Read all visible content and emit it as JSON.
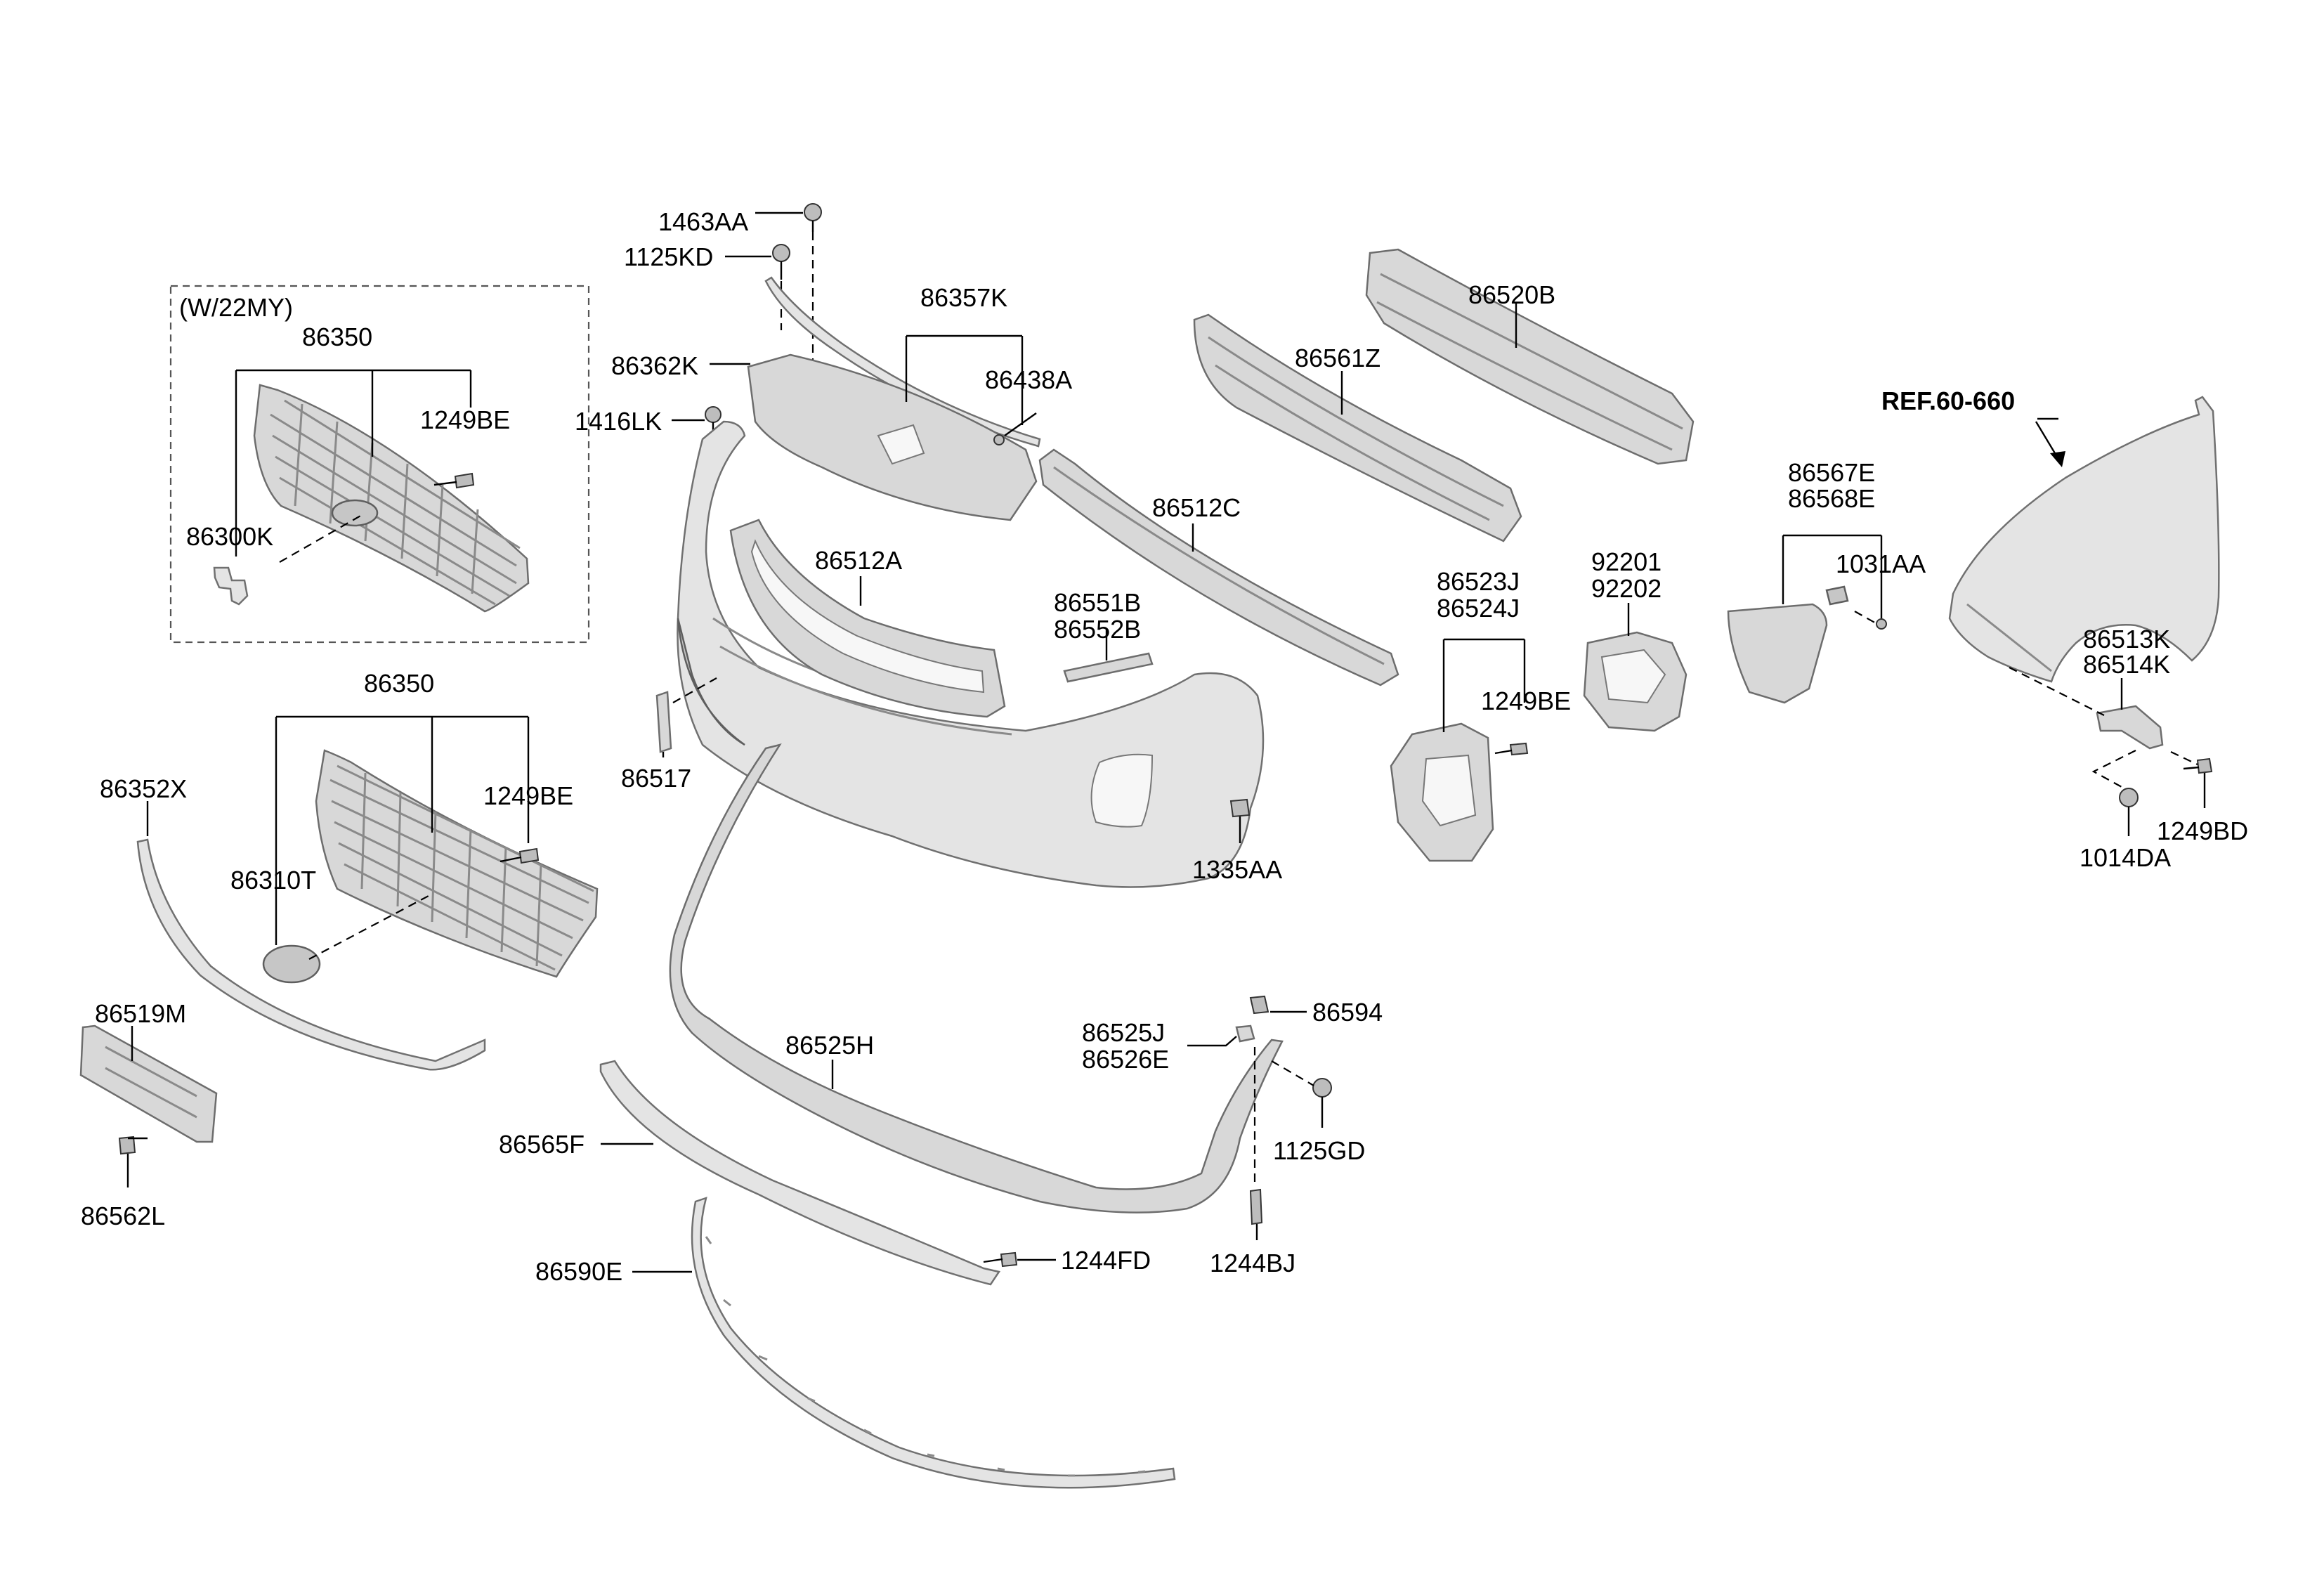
{
  "labels": {
    "w22my": "(W/22MY)",
    "l86350_top": "86350",
    "l1249BE_a": "1249BE",
    "l86300K": "86300K",
    "l86350_bot": "86350",
    "l1249BE_b": "1249BE",
    "l86310T": "86310T",
    "l86352X": "86352X",
    "l86519M": "86519M",
    "l86562L": "86562L",
    "l1463AA": "1463AA",
    "l1125KD": "1125KD",
    "l86362K": "86362K",
    "l1416LK": "1416LK",
    "l86357K": "86357K",
    "l86438A": "86438A",
    "l86512A": "86512A",
    "l86517": "86517",
    "l86551B": "86551B",
    "l86552B": "86552B",
    "l86512C": "86512C",
    "l86561Z": "86561Z",
    "l86520B": "86520B",
    "l1335AA": "1335AA",
    "l86523J": "86523J",
    "l86524J": "86524J",
    "l1249BE_c": "1249BE",
    "l92201": "92201",
    "l92202": "92202",
    "l86567E": "86567E",
    "l86568E": "86568E",
    "l1031AA": "1031AA",
    "ref": "REF.60-660",
    "l86513K": "86513K",
    "l86514K": "86514K",
    "l1249BD": "1249BD",
    "l1014DA": "1014DA",
    "l86525J": "86525J",
    "l86526E": "86526E",
    "l86594": "86594",
    "l86525H": "86525H",
    "l86565F": "86565F",
    "l1125GD": "1125GD",
    "l1244FD": "1244FD",
    "l1244BJ": "1244BJ",
    "l86590E": "86590E"
  },
  "colors": {
    "part_fill": "#d8d8d8",
    "part_stroke": "#6d6d6d",
    "leader": "#000000"
  }
}
